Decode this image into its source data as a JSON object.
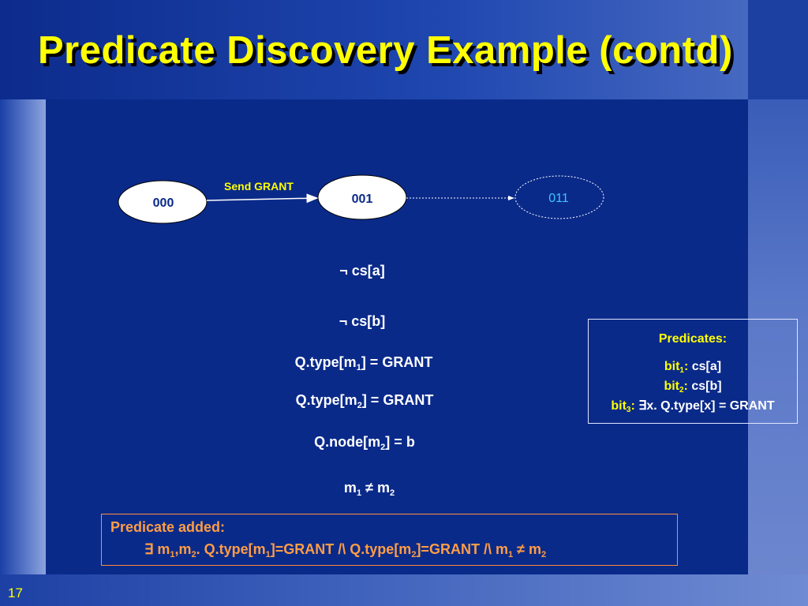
{
  "slide": {
    "title": "Predicate Discovery Example (contd)",
    "number": "17"
  },
  "diagram": {
    "states": [
      {
        "label": "000"
      },
      {
        "label": "001"
      },
      {
        "label": "011"
      }
    ],
    "edge_label": "Send GRANT"
  },
  "conditions": {
    "c1": "¬ cs[a]",
    "c2": "¬ cs[b]",
    "c3": {
      "pre": "Q.type[m",
      "sub": "1",
      "post": "] = GRANT"
    },
    "c4": {
      "pre": "Q.type[m",
      "sub": "2",
      "post": "] = GRANT"
    },
    "c5": {
      "pre": "Q.node[m",
      "sub": "2",
      "post": "] = b"
    },
    "c6": {
      "a": "m",
      "a_sub": "1",
      "op": " ≠ m",
      "b_sub": "2"
    }
  },
  "predicates_box": {
    "header": "Predicates:",
    "bit1": {
      "name": "bit",
      "sub": "1",
      "colon": ":",
      "expr": " cs[a]"
    },
    "bit2": {
      "name": "bit",
      "sub": "2",
      "colon": ":",
      "expr": " cs[b]"
    },
    "bit3": {
      "name": "bit",
      "sub": "3",
      "colon": ":",
      "expr": " ∃x. Q.type[x] = GRANT"
    }
  },
  "predicate_added": {
    "header": "Predicate added:",
    "f1": "∃ m",
    "s1": "1",
    "f2": ",m",
    "s2": "2",
    "f3": ".  Q.type[m",
    "s3": "1",
    "f4": "]=GRANT /\\ Q.type[m",
    "s4": "2",
    "f5": "]=GRANT /\\ m",
    "s5": "1",
    "f6": " ≠ m",
    "s6": "2"
  },
  "colors": {
    "background": "#0a2a8a",
    "title": "#ffff00",
    "highlight": "#ffff00",
    "added": "#ff9d45",
    "state_011": "#3fc3ff"
  }
}
